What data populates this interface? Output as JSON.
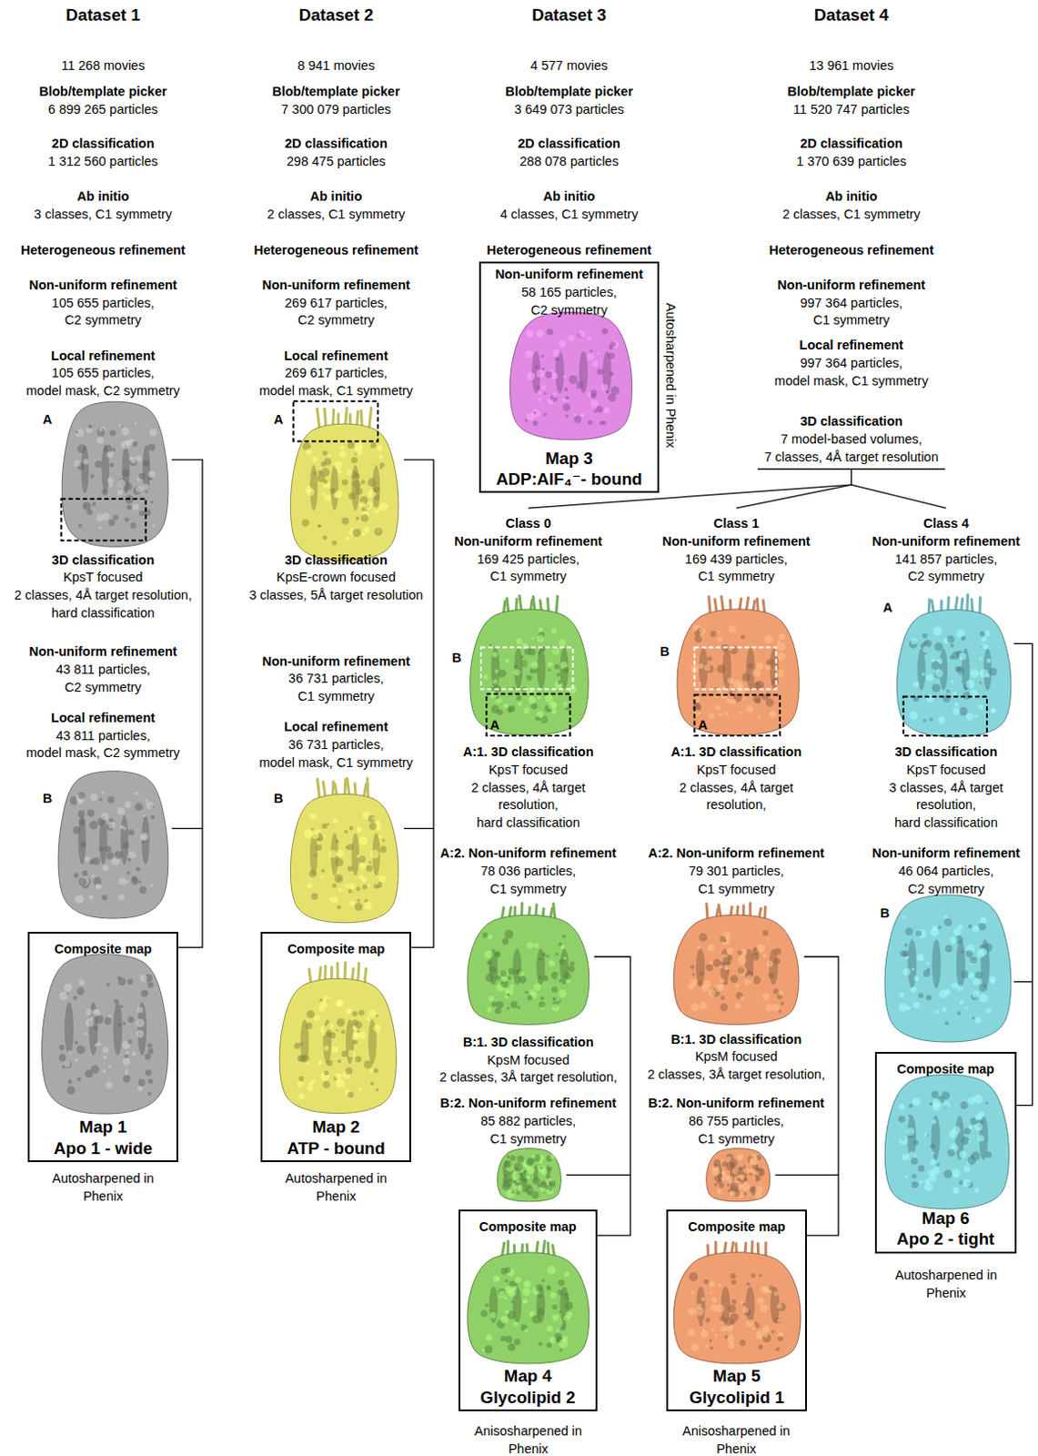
{
  "diagram": {
    "nodes": [
      {
        "text": [
          "Composite map",
          "Map 1",
          "Apo 1 - wide"
        ]
      },
      {
        "text": [
          "Composite map",
          "Map 2",
          "ATP - bound"
        ]
      },
      {
        "text": [
          "Non-uniform refinement",
          "58 165 particles, C2 symmetry",
          "Map 3",
          "ADP:AlF₄⁻- bound"
        ]
      },
      {
        "text": [
          "Composite map",
          "Map 4",
          "Glycolipid 2"
        ]
      },
      {
        "text": [
          "Composite map",
          "Map 5",
          "Glycolipid 1"
        ]
      },
      {
        "text": [
          "Composite map",
          "Map 6",
          "Apo 2 - tight"
        ]
      }
    ],
    "labels": [
      "Dataset 1",
      "11 268 movies",
      "Blob/template picker",
      "6 899 265 particles",
      "2D classification",
      "1 312 560 particles",
      "Ab initio",
      "3 classes, C1 symmetry",
      "Heterogeneous refinement",
      "Non-uniform refinement",
      "105 655 particles, C2 symmetry",
      "Local refinement",
      "105 655 particles, model mask, C2 symmetry",
      "A",
      "3D classification",
      "KpsT focused",
      "2 classes, 4Å target resolution, hard classification",
      "Non-uniform refinement",
      "43 811 particles, C2 symmetry",
      "Local refinement",
      "43 811 particles, model mask, C2 symmetry",
      "B",
      "Autosharpened in Phenix",
      "Dataset 2",
      "8 941 movies",
      "Blob/template picker",
      "7 300 079 particles",
      "2D classification",
      "298 475 particles",
      "Ab initio",
      "2 classes, C1 symmetry",
      "Heterogeneous refinement",
      "Non-uniform refinement",
      "269 617 particles, C2 symmetry",
      "Local refinement",
      "269 617 particles, model mask, C1 symmetry",
      "A",
      "3D classification",
      "KpsE-crown focused",
      "3 classes, 5Å target resolution",
      "Non-uniform refinement",
      "36 731 particles, C1 symmetry",
      "Local refinement",
      "36 731 particles, model mask, C1 symmetry",
      "B",
      "Autosharpened in Phenix",
      "Dataset 3",
      "4 577 movies",
      "Blob/template picker",
      "3 649 073 particles",
      "2D classification",
      "288 078 particles",
      "Ab initio",
      "4 classes, C1 symmetry",
      "Heterogeneous refinement",
      "Autosharpened in Phenix",
      "Dataset 4",
      "13 961 movies",
      "Blob/template picker",
      "11 520 747 particles",
      "2D classification",
      "1 370 639 particles",
      "Ab initio",
      "2 classes, C1 symmetry",
      "Heterogeneous refinement",
      "Non-uniform refinement",
      "997 364 particles, C1 symmetry",
      "Local refinement",
      "997 364 particles, model mask, C1 symmetry",
      "3D classification",
      "7 model-based volumes, 7 classes, 4Å target resolution",
      "Class 0",
      "Non-uniform refinement",
      "169 425 particles, C1 symmetry",
      "B",
      "A",
      "A:1. 3D classification",
      "KpsT focused",
      "2 classes, 4Å target resolution, hard classification",
      "A:2. Non-uniform refinement",
      "78 036 particles, C1 symmetry",
      "B:1. 3D classification",
      "KpsM focused",
      "2 classes, 3Å target resolution,",
      "B:2. Non-uniform refinement",
      "85 882 particles, C1 symmetry",
      "Anisosharpened in Phenix",
      "Class 1",
      "Non-uniform refinement",
      "169 439 particles, C1 symmetry",
      "B",
      "A",
      "A:1. 3D classification",
      "KpsT focused",
      "2 classes, 4Å target resolution,",
      "A:2. Non-uniform refinement",
      "79 301 particles, C1 symmetry",
      "B:1. 3D classification",
      "KpsM focused",
      "2 classes, 3Å target resolution,",
      "B:2. Non-uniform refinement",
      "86 755 particles, C1 symmetry",
      "Anisosharpened in Phenix",
      "Class 4",
      "Non-uniform refinement",
      "141 857 particles, C2 symmetry",
      "A",
      "3D classification",
      "KpsT focused",
      "3 classes, 4Å target resolution, hard classification",
      "Non-uniform refinement",
      "46 064 particles, C2 symmetry",
      "B",
      "Autosharpened in Phenix"
    ]
  }
}
